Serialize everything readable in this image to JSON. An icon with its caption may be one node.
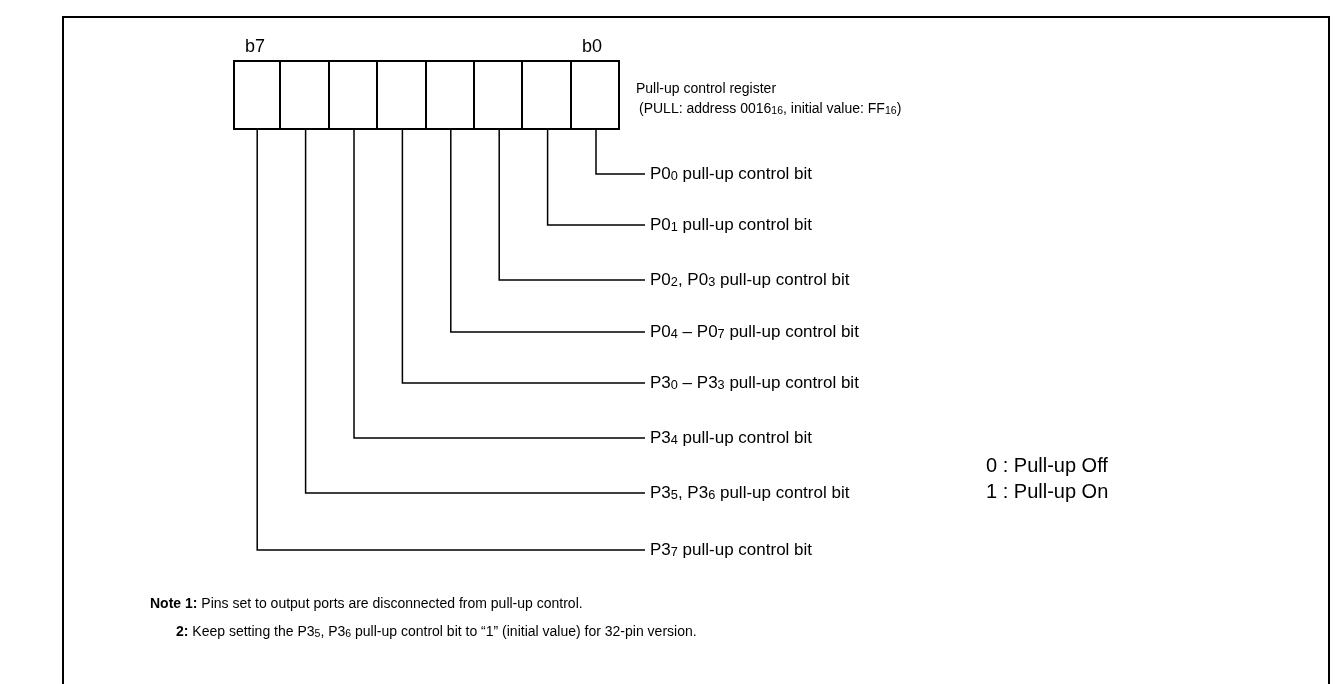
{
  "diagram": {
    "nodes": [
      {
        "text": [
          "Pull-up control register",
          "(PULL: address 0016$_{16}$, initial value: FF$_{16}$)"
        ]
      },
      {
        "text": [],
        "shape": "box",
        "in": 0
      },
      {
        "text": [],
        "shape": "box",
        "in": 0
      },
      {
        "text": [],
        "shape": "box",
        "in": 0
      },
      {
        "text": [],
        "shape": "box",
        "in": 0
      },
      {
        "text": [],
        "shape": "box",
        "in": 0
      },
      {
        "text": [],
        "shape": "box",
        "in": 0
      },
      {
        "text": [],
        "shape": "box",
        "in": 0
      },
      {
        "text": [],
        "shape": "box",
        "in": 0
      },
      {
        "text": [
          "P0$_{0}$ pull-up control bit"
        ]
      },
      {
        "text": [
          "P0$_{1}$ pull-up control bit"
        ]
      },
      {
        "text": [
          "P0$_{2}$, P0$_{3}$ pull-up control bit"
        ]
      },
      {
        "text": [
          "P0$_{4}$ – P0$_{7}$ pull-up control bit"
        ]
      },
      {
        "text": [
          "P3$_{0}$ – P3$_{3}$ pull-up control bit"
        ]
      },
      {
        "text": [
          "P3$_{4}$ pull-up control bit"
        ]
      },
      {
        "text": [
          "P3$_{5}$, P3$_{6}$ pull-up control bit"
        ]
      },
      {
        "text": [
          "P3$_{7}$ pull-up control bit"
        ]
      }
    ],
    "edges": [
      {
        "from": 9,
        "to": 8,
        "arrow": "none"
      },
      {
        "from": 10,
        "to": 7,
        "arrow": "none"
      },
      {
        "from": 11,
        "to": 6,
        "arrow": "none"
      },
      {
        "from": 12,
        "to": 5,
        "arrow": "none"
      },
      {
        "from": 13,
        "to": 4,
        "arrow": "none"
      },
      {
        "from": 14,
        "to": 3,
        "arrow": "none"
      },
      {
        "from": 15,
        "to": 2,
        "arrow": "none"
      },
      {
        "from": 16,
        "to": 1,
        "arrow": "none"
      }
    ],
    "labels": [
      "b7",
      "b0",
      "0 : Pull-up Off",
      "1 : Pull-up On",
      "**Note 1:** Pins set to output ports are disconnected from pull-up control.",
      "**2:** Keep setting the P3$_{5}$, P3$_{6}$ pull-up control bit to “1” (initial value) for 32-pin version."
    ]
  }
}
